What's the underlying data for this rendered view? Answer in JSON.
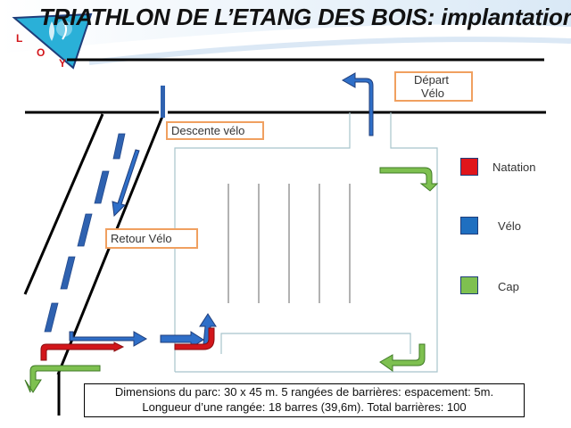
{
  "title": "TRIATHLON DE L’ETANG DES  BOIS: implantation",
  "logo": {
    "letters": [
      "L",
      "O",
      "Y"
    ]
  },
  "labels": {
    "depart_velo_line1": "Départ",
    "depart_velo_line2": "Vélo",
    "descente_velo": "Descente vélo",
    "retour_velo": "Retour Vélo"
  },
  "legend": [
    {
      "label": "Natation",
      "color": "#e0151b"
    },
    {
      "label": "Vélo",
      "color": "#1f6fc0"
    },
    {
      "label": "Cap",
      "color": "#7ec050"
    }
  ],
  "info": {
    "line1": "Dimensions du parc: 30 x 45 m. 5 rangées de barrières: espacement: 5m.",
    "line2": "Longueur d’une rangée: 18 barres (39,6m). Total barrières: 100"
  }
}
